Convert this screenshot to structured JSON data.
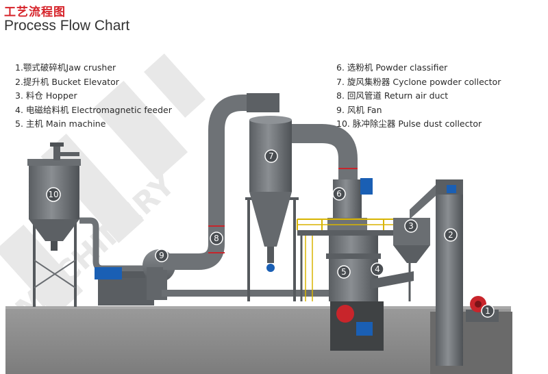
{
  "header": {
    "title_cn": "工艺流程图",
    "title_en": "Process Flow Chart"
  },
  "legend": {
    "left": [
      "1.颚式破碎机Jaw crusher",
      "2.提升机 Bucket Elevator",
      "3. 料仓 Hopper",
      "4. 电磁给料机 Electromagnetic feeder",
      "5. 主机 Main machine"
    ],
    "right": [
      "6. 选粉机 Powder classifier",
      "7. 旋风集粉器 Cyclone powder collector",
      "8. 回风管道 Return air duct",
      "9. 风机 Fan",
      "10. 脉冲除尘器 Pulse dust collector"
    ]
  },
  "markers": {
    "m1": "1",
    "m2": "2",
    "m3": "3",
    "m4": "4",
    "m5": "5",
    "m6": "6",
    "m7": "7",
    "m8": "8",
    "m9": "9",
    "m10": "10"
  },
  "watermark": {
    "text": "MACHINERY"
  },
  "colors": {
    "title_red": "#d6232a",
    "equipment_gray": "#6e7276",
    "duct_gray": "#7a7e82",
    "ground": "#8c8c8c",
    "motor_blue": "#1a5fb4",
    "crusher_red": "#c8252b",
    "railing_yellow": "#d8b400"
  }
}
